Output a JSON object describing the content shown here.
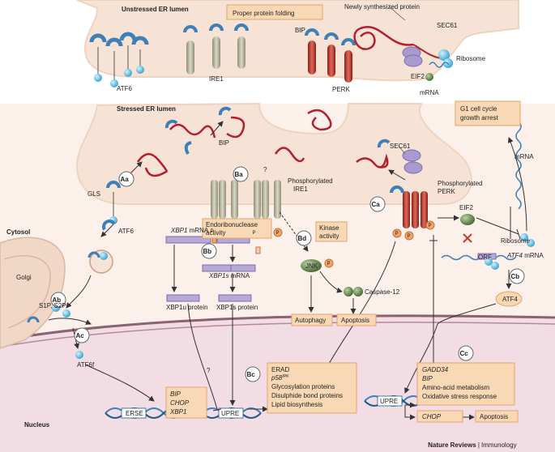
{
  "labels": {
    "unstressed_er_lumen": "Unstressed ER lumen",
    "stressed_er_lumen": "Stressed ER lumen",
    "cytosol": "Cytosol",
    "nucleus": "Nucleus",
    "golgi": "Golgi",
    "newly_synthesized_protein": "Newly synthesized protein",
    "sec61_top": "SEC61",
    "sec61_mid": "SEC61",
    "ribosome_top": "Ribosome",
    "ribosome_mid": "Ribosome",
    "eif2_top": "EIF2",
    "eif2_mid": "EIF2",
    "mrna_top": "mRNA",
    "mrna_right": "mRNA",
    "bip_top": "BIP",
    "bip_mid": "BIP",
    "atf6_top": "ATF6",
    "atf6_mid": "ATF6",
    "ire1_top": "IRE1",
    "perk_top": "PERK",
    "gls": "GLS",
    "phos_ire1_line1": "Phosphorylated",
    "phos_ire1_line2": "IRE1",
    "phos_perk_line1": "Phosphorylated",
    "phos_perk_line2": "PERK",
    "question_1": "?",
    "question_2": "?",
    "xbp1_mrna_a": "XBP1",
    "xbp1_mrna_b": " mRNA",
    "xbp1s_mrna_a": "XBP1s",
    "xbp1s_mrna_b": " mRNA",
    "xbp1u_protein": "XBP1u protein",
    "xbp1s_protein": "XBP1s protein",
    "jnk": "JNK",
    "caspase12": "Caspase-12",
    "s1p_s2p": "S1P, S2P",
    "atf6f": "ATF6f",
    "orf": "ORF",
    "atf4_mrna_a": "ATF4",
    "atf4_mrna_b": " mRNA",
    "atf4": "ATF4",
    "erse": "ERSE",
    "upre_1": "UPRE",
    "upre_2": "UPRE",
    "p": "P",
    "credit_a": "Nature Reviews",
    "credit_sep": " | ",
    "credit_b": "Immunology"
  },
  "boxes": {
    "proper_folding": "Proper protein folding",
    "g1_line1": "G1 cell cycle",
    "g1_line2": "growth arrest",
    "endo_line1": "Endoribonuclease",
    "endo_line2": "activity",
    "kinase_line1": "Kinase",
    "kinase_line2": "activity",
    "autophagy": "Autophagy",
    "apoptosis_1": "Apoptosis",
    "apoptosis_2": "Apoptosis",
    "erse_genes": [
      "BIP",
      "CHOP",
      "XBP1"
    ],
    "upre_genes_line1": "ERAD",
    "upre_genes_line2_a": "p58",
    "upre_genes_line2_b": "IPK",
    "upre_genes_rest": [
      "Glycosylation proteins",
      "Disulphide bond proteins",
      "Lipid biosynthesis"
    ],
    "atf4_genes_italic": [
      "GADD34",
      "BIP"
    ],
    "atf4_genes_rest": [
      "Amino-acid metabolism",
      "Oxidative stress response"
    ],
    "chop": "CHOP"
  },
  "badges": [
    "Aa",
    "Ab",
    "Ac",
    "Ba",
    "Bb",
    "Bc",
    "Bd",
    "Ca",
    "Cb",
    "Cc"
  ],
  "colors": {
    "er_fill": "#f6e3d6",
    "er_edge": "#eed3bf",
    "cytosol_bg": "#fbf1ea",
    "nucleus_fill": "#f3dde4",
    "nuclear_envelope": "#8a6270",
    "box_fill": "#f9d9b5",
    "box_edge": "#e4a46a",
    "bip_blue": "#3d7fb6",
    "protein_red": "#b51e2d",
    "ire1_grey": "#b9b9a0",
    "perk_red": "#c0392b",
    "sec61_purple": "#a99ad0",
    "cyan_ball": "#6fc2e6",
    "mrna_bar": "#b7a9d6",
    "green_ball": "#6e8f5a",
    "p_orange": "#f2a36a"
  }
}
